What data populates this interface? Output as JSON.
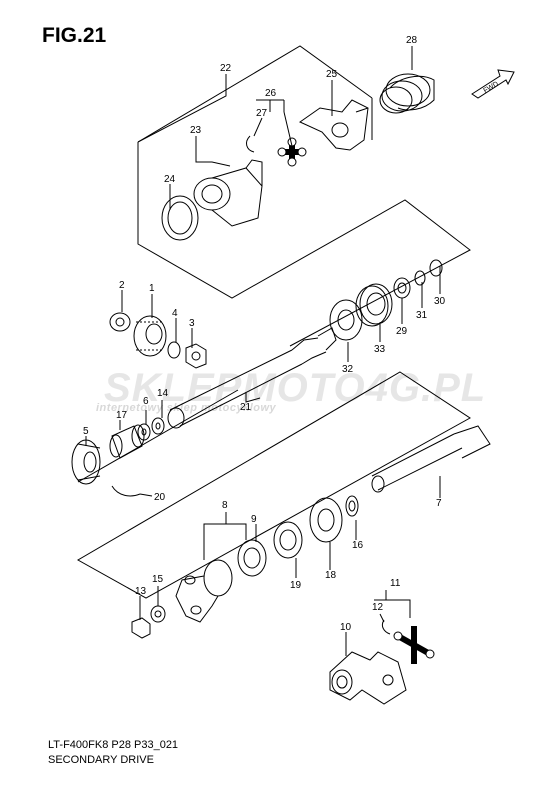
{
  "figure": {
    "title": "FIG.21",
    "model_code": "LT-F400FK8 P28 P33_021",
    "caption": "SECONDARY DRIVE",
    "fwd_label": "FWD"
  },
  "watermark": {
    "text": "SKLEPMOTO4G.PL",
    "subtitle": "internetowy sklep motocyklowy"
  },
  "callouts": [
    {
      "id": "p1",
      "label": "1"
    },
    {
      "id": "p2",
      "label": "2"
    },
    {
      "id": "p3",
      "label": "3"
    },
    {
      "id": "p4",
      "label": "4"
    },
    {
      "id": "p5",
      "label": "5"
    },
    {
      "id": "p6",
      "label": "6"
    },
    {
      "id": "p7",
      "label": "7"
    },
    {
      "id": "p8",
      "label": "8"
    },
    {
      "id": "p9",
      "label": "9"
    },
    {
      "id": "p10",
      "label": "10"
    },
    {
      "id": "p11",
      "label": "11"
    },
    {
      "id": "p12",
      "label": "12"
    },
    {
      "id": "p13",
      "label": "13"
    },
    {
      "id": "p14",
      "label": "14"
    },
    {
      "id": "p15",
      "label": "15"
    },
    {
      "id": "p16",
      "label": "16"
    },
    {
      "id": "p17",
      "label": "17"
    },
    {
      "id": "p18",
      "label": "18"
    },
    {
      "id": "p19",
      "label": "19"
    },
    {
      "id": "p20",
      "label": "20"
    },
    {
      "id": "p21",
      "label": "21"
    },
    {
      "id": "p22",
      "label": "22"
    },
    {
      "id": "p23",
      "label": "23"
    },
    {
      "id": "p24",
      "label": "24"
    },
    {
      "id": "p25",
      "label": "25"
    },
    {
      "id": "p26",
      "label": "26"
    },
    {
      "id": "p27",
      "label": "27"
    },
    {
      "id": "p28",
      "label": "28"
    },
    {
      "id": "p29",
      "label": "29"
    },
    {
      "id": "p30",
      "label": "30"
    },
    {
      "id": "p31",
      "label": "31"
    },
    {
      "id": "p32",
      "label": "32"
    },
    {
      "id": "p33",
      "label": "33"
    }
  ]
}
